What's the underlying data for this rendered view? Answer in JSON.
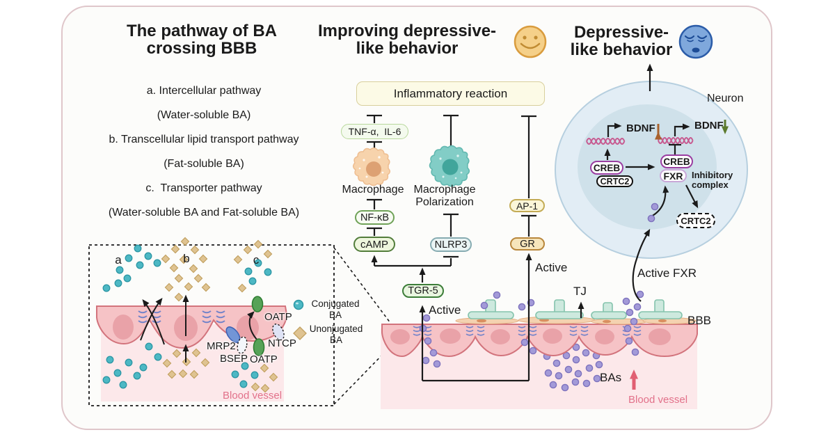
{
  "colors": {
    "accent_pink": "#e2718a",
    "cell_pink": "#f6c3c6",
    "cell_border": "#d2737c",
    "endfoot_teal": "#cde9de",
    "ba_purple": "#a39ad8",
    "conjugated_teal": "#4db8c4",
    "unconjugated_tan": "#dfc391",
    "smiley_orange": "#f5d089",
    "sad_blue": "#7fa8dc"
  },
  "left_panel": {
    "title": "The pathway of BA\ncrossing BBB",
    "items": [
      "a. Intercellular pathway",
      "(Water-soluble BA)",
      "b. Transcellular lipid transport pathway",
      "(Fat-soluble BA)",
      "c.  Transporter pathway",
      "(Water-soluble BA and Fat-soluble BA)"
    ]
  },
  "middle_panel": {
    "title": "Improving depressive-\nlike behavior",
    "inflammatory_box": "Inflammatory reaction",
    "tnf_il6": "TNF-α,  IL-6",
    "macrophage_label": "Macrophage",
    "macrophage_polarization_label": "Macrophage\nPolarization",
    "nfkb": "NF-κB",
    "camp": "cAMP",
    "nlrp3": "NLRP3",
    "tgr5": "TGR-5",
    "ap1": "AP-1",
    "gr": "GR",
    "active_tgr5": "Active",
    "active_gr": "Active"
  },
  "right_panel": {
    "title": "Depressive-\nlike behavior",
    "neuron_label": "Neuron",
    "bdnf_up": "BDNF",
    "bdnf_down": "BDNF",
    "creb_left": "CREB",
    "crtc2_left": "CRTC2",
    "creb_right": "CREB",
    "fxr": "FXR",
    "inhibitory_complex": "Inhibitory\ncomplex",
    "crtc2_released": "CRTC2",
    "active_fxr": "Active FXR"
  },
  "bbb_section": {
    "tj": "TJ",
    "bbb": "BBB",
    "bas": "BAs",
    "blood_vessel": "Blood vessel"
  },
  "inset": {
    "a": "a",
    "b": "b",
    "c": "c",
    "oatp_top": "OATP",
    "oatp_bottom": "OATP",
    "mrp2": "MRP2",
    "bsep": "BSEP",
    "ntcp": "NTCP",
    "blood_vessel": "Blood vessel",
    "legend": {
      "conjugated": "Conjugated\nBA",
      "unconjugated": "Unonjugated\nBA"
    }
  }
}
